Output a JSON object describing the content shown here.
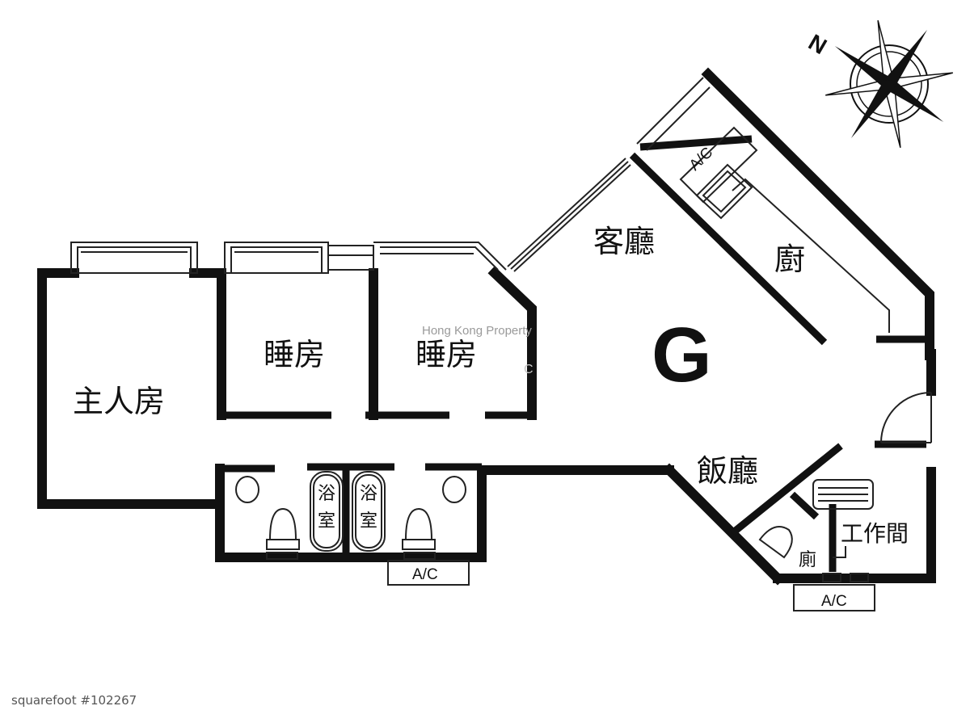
{
  "rooms": {
    "master_bedroom": "主人房",
    "bedroom_1": "睡房",
    "bedroom_2": "睡房",
    "living_room": "客廳",
    "kitchen": "廚",
    "dining_room": "飯廳",
    "utility_room": "工作間",
    "toilet": "廁",
    "bathroom_1_top": "浴",
    "bathroom_1_bottom": "室",
    "bathroom_2_top": "浴",
    "bathroom_2_bottom": "室"
  },
  "ac_labels": {
    "kitchen": "A/C",
    "bathrooms": "A/C",
    "utility": "A/C"
  },
  "floor_grade": "G",
  "compass": {
    "north_label": "N"
  },
  "watermark": {
    "line1": "Hong Kong Property",
    "line2": "C"
  },
  "reference_id": "squarefoot #102267",
  "colors": {
    "wall": "#111111",
    "line": "#222222",
    "background": "#ffffff"
  }
}
